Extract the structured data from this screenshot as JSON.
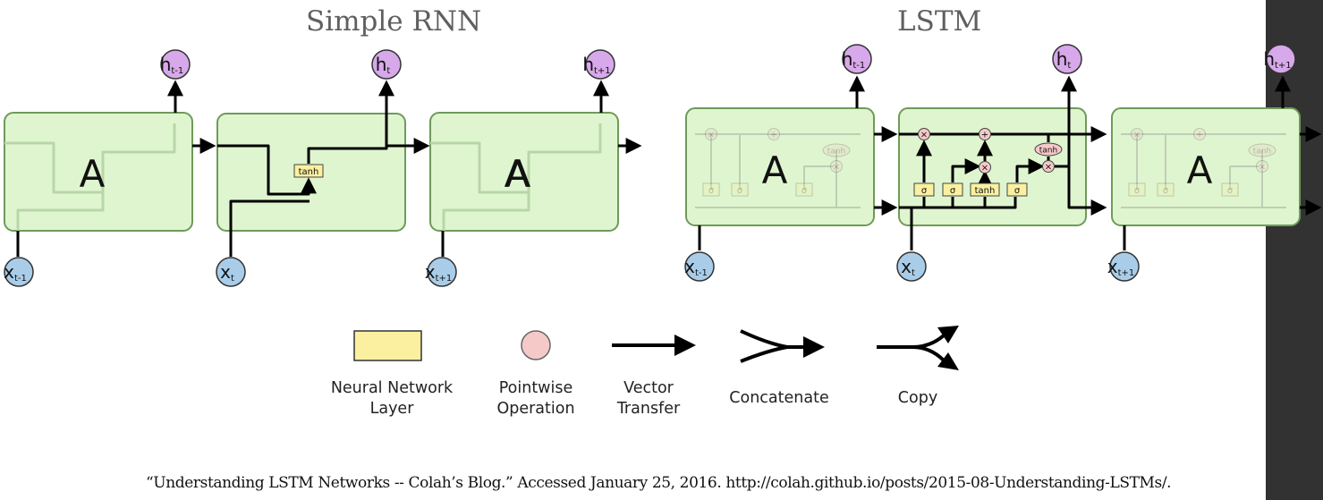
{
  "titles": {
    "simple_rnn": "Simple RNN",
    "lstm": "LSTM"
  },
  "cell_label": "A",
  "rnn": {
    "layer_label": "tanh",
    "hidden_states": [
      {
        "main": "h",
        "sub": "t-1"
      },
      {
        "main": "h",
        "sub": "t"
      },
      {
        "main": "h",
        "sub": "t+1"
      }
    ],
    "inputs": [
      {
        "main": "x",
        "sub": "t-1"
      },
      {
        "main": "x",
        "sub": "t"
      },
      {
        "main": "x",
        "sub": "t+1"
      }
    ]
  },
  "lstm": {
    "gate_labels": [
      "σ",
      "σ",
      "tanh",
      "σ"
    ],
    "pointwise_ops": [
      "×",
      "+",
      "×",
      "×"
    ],
    "output_activation": "tanh",
    "hidden_states": [
      {
        "main": "h",
        "sub": "t-1"
      },
      {
        "main": "h",
        "sub": "t"
      },
      {
        "main": "h",
        "sub": "t+1"
      }
    ],
    "inputs": [
      {
        "main": "x",
        "sub": "t-1"
      },
      {
        "main": "x",
        "sub": "t"
      },
      {
        "main": "x",
        "sub": "t+1"
      }
    ]
  },
  "legend": [
    {
      "label": "Neural Network\nLayer"
    },
    {
      "label": "Pointwise\nOperation"
    },
    {
      "label": "Vector\nTransfer"
    },
    {
      "label": "Concatenate"
    },
    {
      "label": "Copy"
    }
  ],
  "citation": "“Understanding LSTM Networks -- Colah’s Blog.” Accessed January 25, 2016. http://colah.github.io/posts/2015-08-Understanding-LSTMs/.",
  "colors": {
    "cell_fill": "#dff5cf",
    "cell_stroke": "#6f9a5a",
    "layer_fill": "#faf0a0",
    "pointwise_fill": "#f6c9c9",
    "hidden_fill": "#d7a8ea",
    "input_fill": "#a9cde9",
    "dark_bar": "#323232"
  }
}
